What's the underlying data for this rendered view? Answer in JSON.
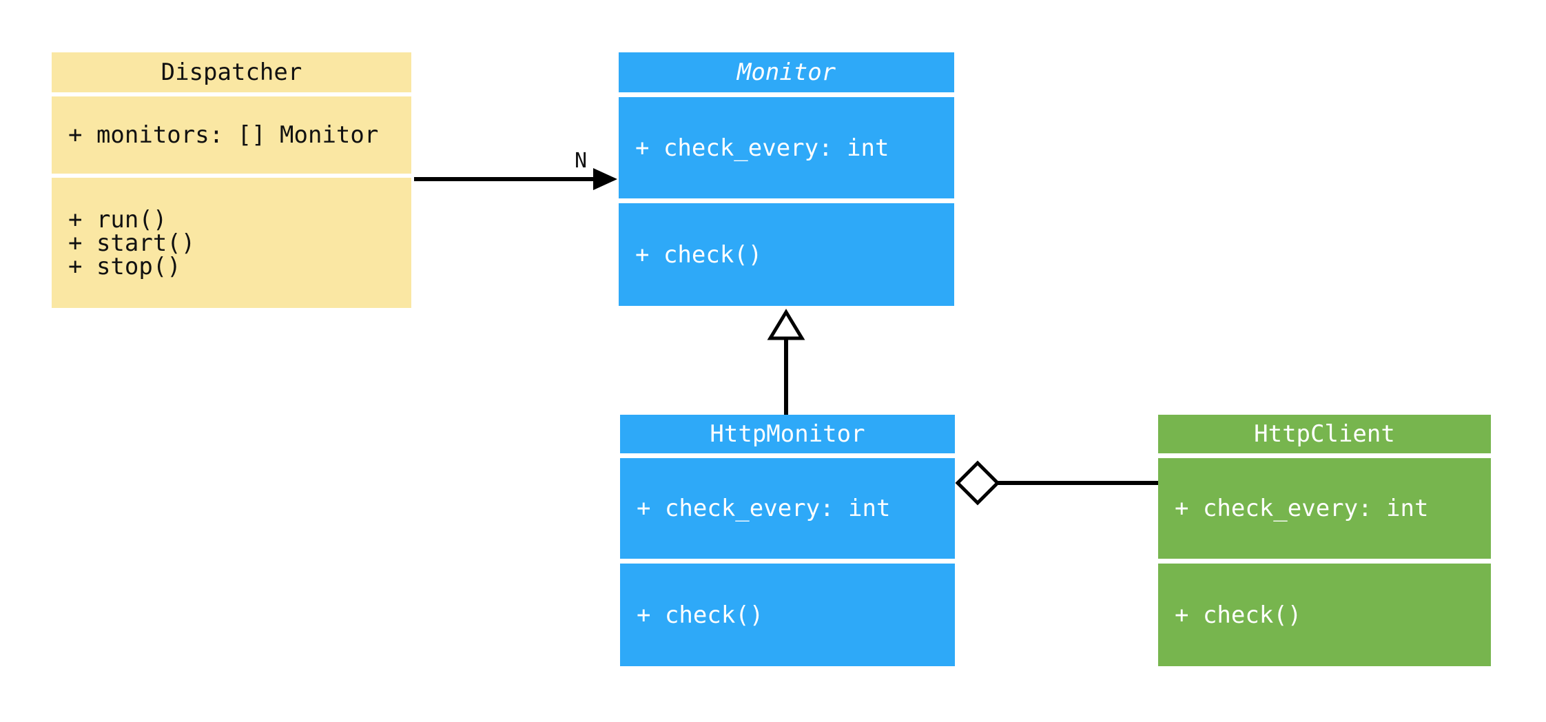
{
  "diagram": {
    "type": "uml-class-diagram",
    "background_color": "#ffffff",
    "edge_color": "#000000",
    "classes": [
      {
        "name": "Dispatcher",
        "abstract": false,
        "fill_color": "#FAE7A3",
        "text_color": "#111111",
        "attributes": [
          "+ monitors: [] Monitor"
        ],
        "methods": [
          "+ run()",
          "+ start()",
          "+ stop()"
        ]
      },
      {
        "name": "Monitor",
        "abstract": true,
        "fill_color": "#2EA9F8",
        "text_color": "#ffffff",
        "attributes": [
          "+ check_every: int"
        ],
        "methods": [
          "+ check()"
        ]
      },
      {
        "name": "HttpMonitor",
        "abstract": false,
        "fill_color": "#2EA9F8",
        "text_color": "#ffffff",
        "attributes": [
          "+ check_every: int"
        ],
        "methods": [
          "+ check()"
        ]
      },
      {
        "name": "HttpClient",
        "abstract": false,
        "fill_color": "#77B54E",
        "text_color": "#ffffff",
        "attributes": [
          "+ check_every: int"
        ],
        "methods": [
          "+ check()"
        ]
      }
    ],
    "relationships": [
      {
        "type": "association",
        "from": "Dispatcher",
        "to": "Monitor",
        "label": "N",
        "arrowhead": "filled-arrow"
      },
      {
        "type": "inheritance",
        "from": "HttpMonitor",
        "to": "Monitor",
        "label": "",
        "arrowhead": "hollow-triangle"
      },
      {
        "type": "aggregation",
        "from": "HttpMonitor",
        "to": "HttpClient",
        "label": "",
        "arrowhead": "hollow-diamond"
      }
    ]
  }
}
